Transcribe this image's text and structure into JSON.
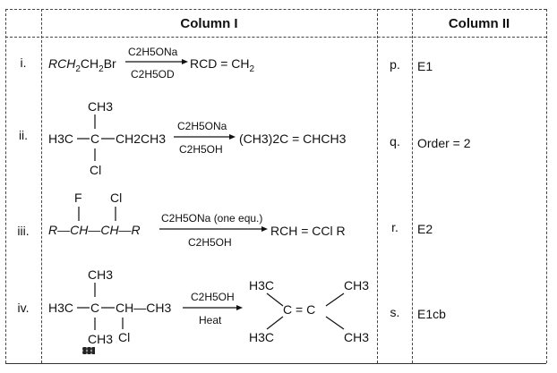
{
  "header": {
    "col1": "Column I",
    "col2": "Column II"
  },
  "rows": [
    {
      "num": "i.",
      "letter": "p.",
      "option": "E1"
    },
    {
      "num": "ii.",
      "letter": "q.",
      "option": "Order = 2"
    },
    {
      "num": "iii.",
      "letter": "r.",
      "option": "E2"
    },
    {
      "num": "iv.",
      "letter": "s.",
      "option": "E1cb"
    }
  ],
  "reactions": {
    "r1": {
      "reactant": "RCH",
      "s1": "2",
      "mid": "CH",
      "s2": "2",
      "end": "Br",
      "reagent_top": "C2H5ONa",
      "reagent_bottom": "C2H5OD",
      "product": "RCD = CH",
      "ps": "2"
    },
    "r2": {
      "top_group": "CH3",
      "left": "H3C",
      "right": "CH2CH3",
      "bottom_group": "Cl",
      "reagent_top": "C2H5ONa",
      "reagent_bottom": "C2H5OH",
      "product": "(CH3)2C = CHCH3"
    },
    "r3": {
      "f": "F",
      "cl": "Cl",
      "chain": "R—CH—CH—R",
      "reagent_top": "C2H5ONa (one equ.)",
      "reagent_bottom": "C2H5OH",
      "product": "RCH = CCl R"
    },
    "r4": {
      "top_group": "CH3",
      "left": "H3C",
      "right": "CH—CH3",
      "bottom_group": "CH3",
      "cl": "Cl",
      "reagent_top": "C2H5OH",
      "reagent_bottom": "Heat",
      "p_tl": "H3C",
      "p_tr": "CH3",
      "p_bl": "H3C",
      "p_br": "CH3",
      "p_center": "C = C"
    }
  }
}
